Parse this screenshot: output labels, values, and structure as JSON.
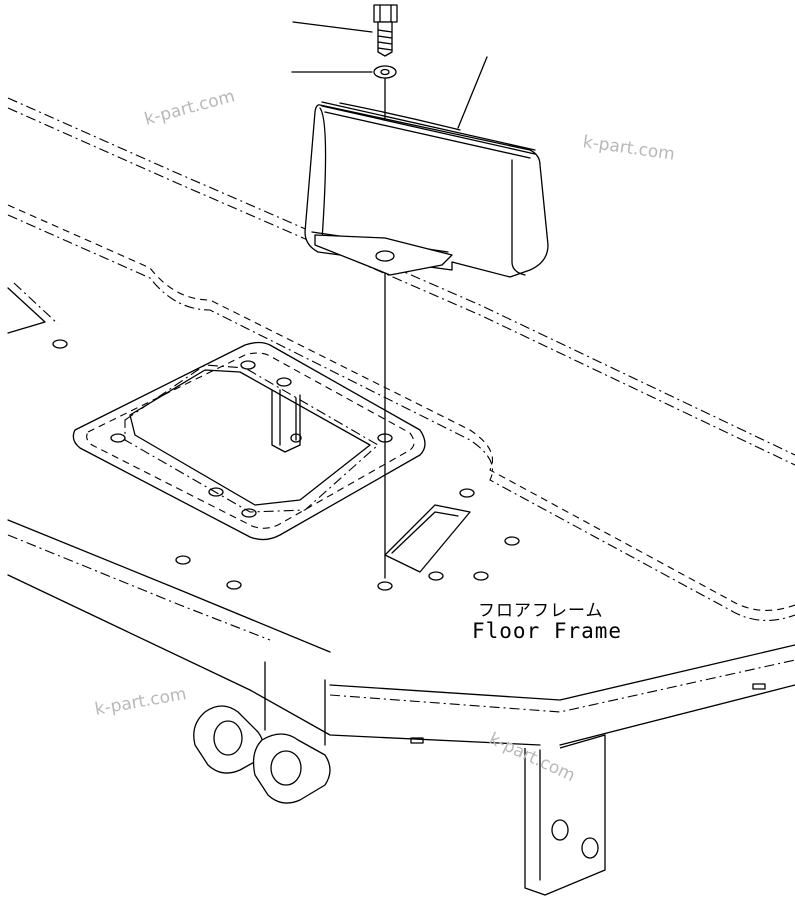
{
  "labels": {
    "floor_frame_jp": "フロアフレーム",
    "floor_frame_en": "Floor Frame"
  },
  "watermarks": [
    "k-part.com",
    "k-part.com",
    "k-part.com",
    "k-part.com"
  ],
  "colors": {
    "line": "#000000",
    "watermark": "#b8b8b8",
    "background": "#ffffff"
  }
}
